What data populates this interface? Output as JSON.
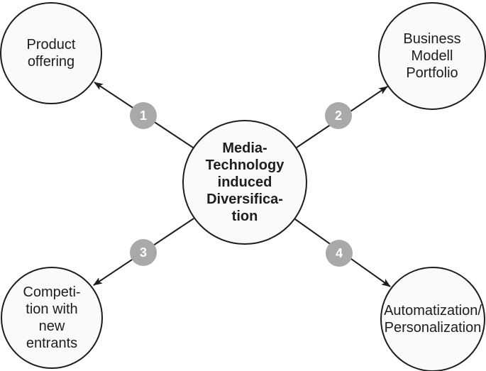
{
  "diagram": {
    "title": "Media-technology induced diversification",
    "colors": {
      "node_fill": "#fafafa",
      "node_stroke": "#1d1d1d",
      "badge_fill": "#a9a9a9",
      "badge_text": "#ffffff",
      "arrow": "#1d1d1d",
      "background": "#ffffff"
    },
    "center_node": {
      "id": "center",
      "label": "Media-\nTechnology\ninduced\nDiversifica-\ntion"
    },
    "nodes": [
      {
        "id": "product-offering",
        "label": "Product\noffering"
      },
      {
        "id": "business-modell-portfolio",
        "label": "Business\nModell\nPortfolio"
      },
      {
        "id": "competition-with-new-entrants",
        "label": "Competi-\ntion with\nnew\nentrants"
      },
      {
        "id": "automatization-personalization",
        "label": "Automatization/\nPersonalization"
      }
    ],
    "edges": [
      {
        "badge": "1",
        "from": "center",
        "to": "product-offering"
      },
      {
        "badge": "2",
        "from": "center",
        "to": "business-modell-portfolio"
      },
      {
        "badge": "3",
        "from": "center",
        "to": "competition-with-new-entrants"
      },
      {
        "badge": "4",
        "from": "center",
        "to": "automatization-personalization"
      }
    ]
  }
}
